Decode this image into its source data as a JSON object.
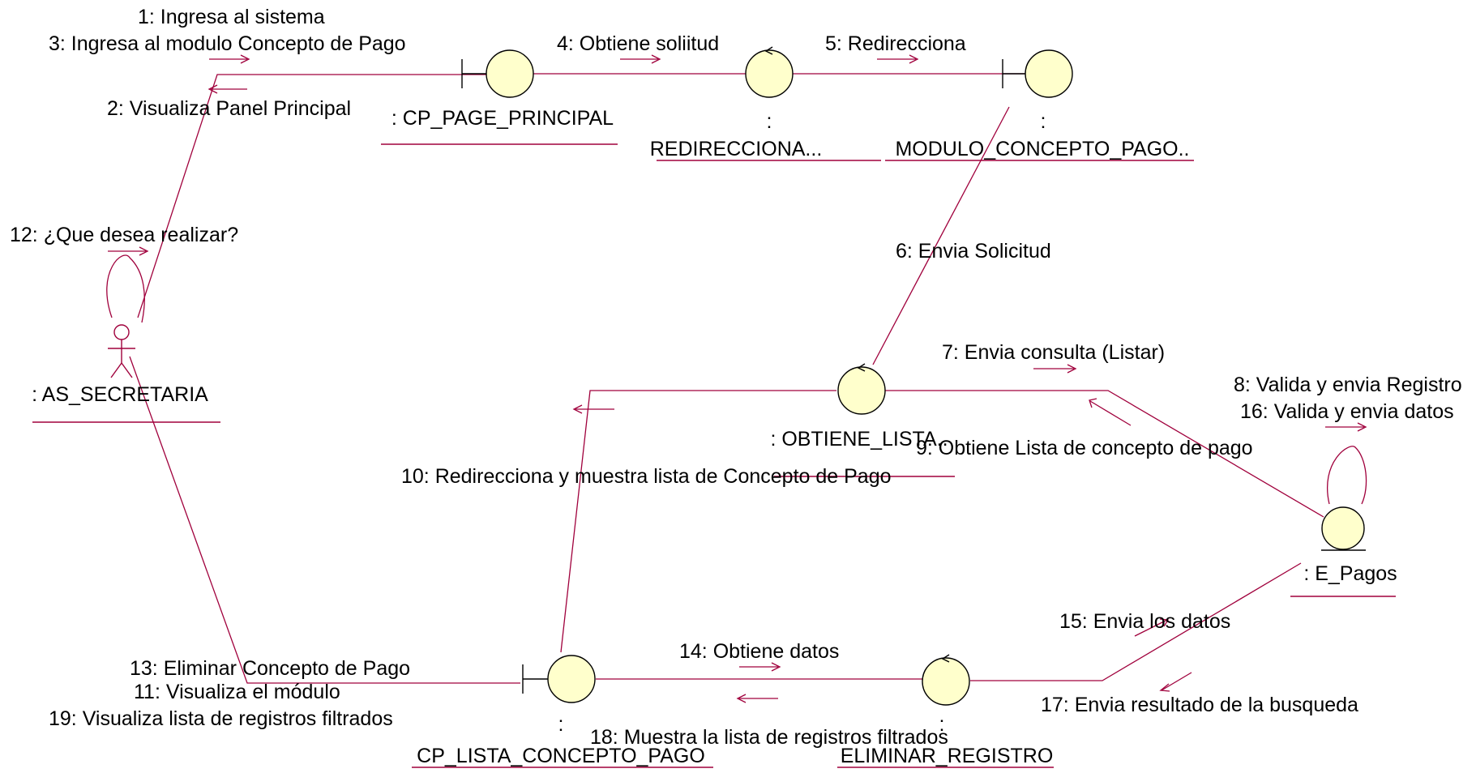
{
  "diagram": {
    "actor_label": ": AS_SECRETARIA",
    "objects": {
      "cp_page_principal": {
        "label": ": CP_PAGE_PRINCIPAL"
      },
      "redirecciona": {
        "label_top": ":",
        "label": "REDIRECCIONA..."
      },
      "modulo_concepto_pago": {
        "label_top": ":",
        "label": "MODULO_CONCEPTO_PAGO.."
      },
      "obtiene_lista": {
        "label": ": OBTIENE_LISTA.."
      },
      "e_pagos": {
        "label": ": E_Pagos"
      },
      "cp_lista_concepto_pago": {
        "label_top": ":",
        "label": "CP_LISTA_CONCEPTO_PAGO"
      },
      "eliminar_registro": {
        "label_top": ":",
        "label": "ELIMINAR_REGISTRO"
      }
    },
    "messages": {
      "m1": "1: Ingresa al sistema",
      "m2": "2: Visualiza Panel Principal",
      "m3": "3: Ingresa al modulo Concepto de Pago",
      "m4": "4: Obtiene soliitud",
      "m5": "5: Redirecciona",
      "m6": "6: Envia Solicitud",
      "m7": "7: Envia consulta (Listar)",
      "m8": "8: Valida y envia Registro",
      "m9": "9: Obtiene Lista de concepto de pago",
      "m10": "10: Redirecciona y muestra lista de Concepto de Pago",
      "m11": "11: Visualiza el módulo",
      "m12": "12: ¿Que desea realizar?",
      "m13": "13: Eliminar Concepto de Pago",
      "m14": "14: Obtiene datos",
      "m15": "15: Envia los datos",
      "m16": "16: Valida y envia datos",
      "m17": "17: Envia resultado de la busqueda",
      "m18": "18: Muestra la lista de registros filtrados",
      "m19": "19: Visualiza lista de registros filtrados"
    }
  }
}
